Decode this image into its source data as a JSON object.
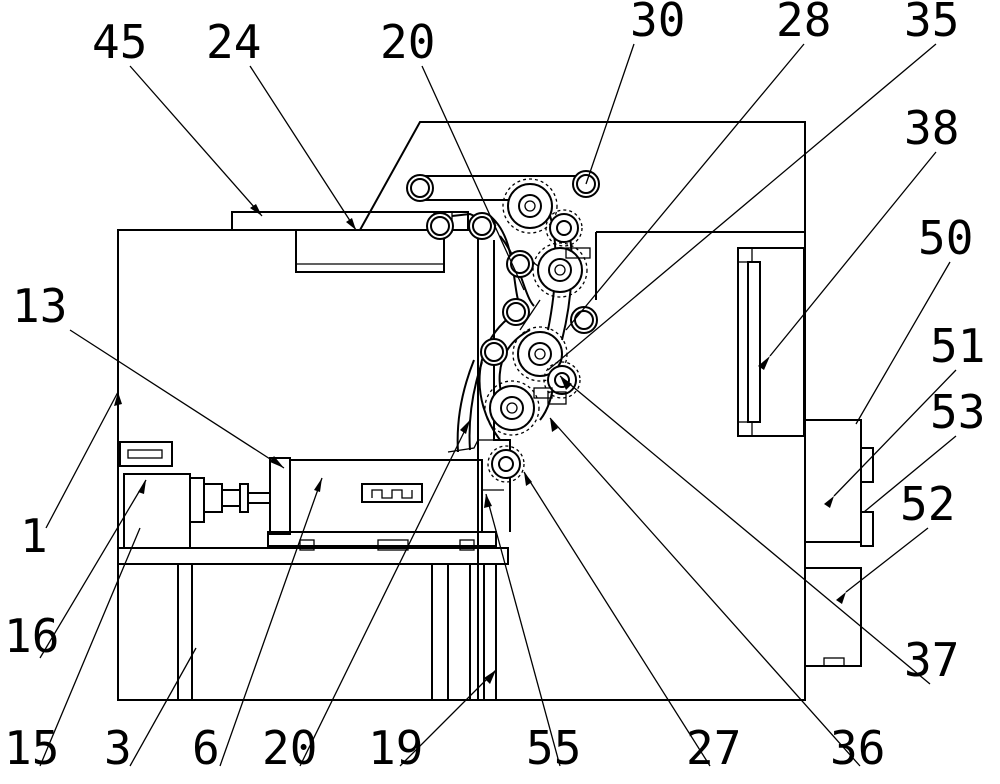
{
  "diagram": {
    "labels": {
      "l45": "45",
      "l24": "24",
      "l20top": "20",
      "l30": "30",
      "l28": "28",
      "l35": "35",
      "l38": "38",
      "l50": "50",
      "l13": "13",
      "l51": "51",
      "l53": "53",
      "l1": "1",
      "l52": "52",
      "l16": "16",
      "l37": "37",
      "l15": "15",
      "l3": "3",
      "l6": "6",
      "l20bot": "20",
      "l19": "19",
      "l55": "55",
      "l27": "27",
      "l36": "36"
    }
  }
}
